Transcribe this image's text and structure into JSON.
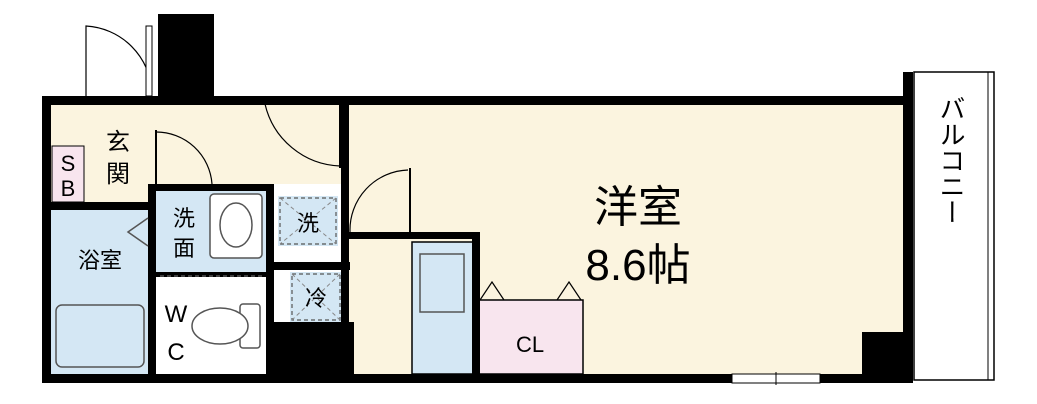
{
  "rooms": {
    "western": {
      "name": "洋室",
      "size": "8.6帖"
    },
    "entrance": {
      "line1": "玄",
      "line2": "関"
    },
    "shoe_box": {
      "line1": "S",
      "line2": "B"
    },
    "bathroom": {
      "label": "浴室"
    },
    "washroom": {
      "line1": "洗",
      "line2": "面"
    },
    "toilet": {
      "line1": "W",
      "line2": "C"
    },
    "washer": {
      "label": "洗"
    },
    "fridge": {
      "label": "冷"
    },
    "closet": {
      "label": "CL"
    },
    "balcony": {
      "label": "バルコニー"
    }
  },
  "colors": {
    "room_fill": "#fbf4df",
    "wet_fill": "#d4e7f4",
    "closet_fill": "#f8e5ee",
    "shoebox_fill": "#f8e5ee",
    "wall": "#000000"
  }
}
